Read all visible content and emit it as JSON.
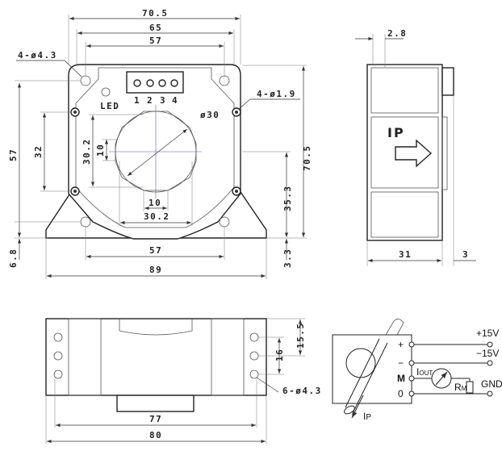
{
  "front_view": {
    "dims": {
      "width_overall": "70.5",
      "width_65": "65",
      "hole_pitch_top": "57",
      "hole_spec_large": "4-ø4.3",
      "hole_spec_small": "4-ø1.9",
      "aperture_dia": "ø30",
      "height_57": "57",
      "height_32": "32",
      "aperture_30_2_v": "30.2",
      "slot_10_v": "10",
      "slot_10_h": "10",
      "aperture_30_2_h": "30.2",
      "hole_pitch_bottom": "57",
      "base_width": "89",
      "foot_6_8": "6.8",
      "height_overall": "70.5",
      "center_height": "35.3",
      "base_3_3": "3.3"
    },
    "led_label": "LED",
    "pins": [
      "1",
      "2",
      "3",
      "4"
    ]
  },
  "side_view": {
    "dims": {
      "connector": "2.8",
      "depth": "31",
      "foot": "3"
    },
    "ip_label": "IP"
  },
  "bottom_view": {
    "dims": {
      "pitch_77": "77",
      "width_80": "80",
      "v_15_5": "15.5",
      "v_16": "16",
      "holes": "6-ø4.3"
    }
  },
  "circuit": {
    "terminals": [
      "+",
      "−",
      "M",
      "0"
    ],
    "plus15": "+15V",
    "minus15": "−15V",
    "iout": "I",
    "iout_sub": "OUT",
    "rm": "R",
    "rm_sub": "M",
    "gnd": "GND",
    "ip": "I",
    "ip_sub": "P"
  }
}
